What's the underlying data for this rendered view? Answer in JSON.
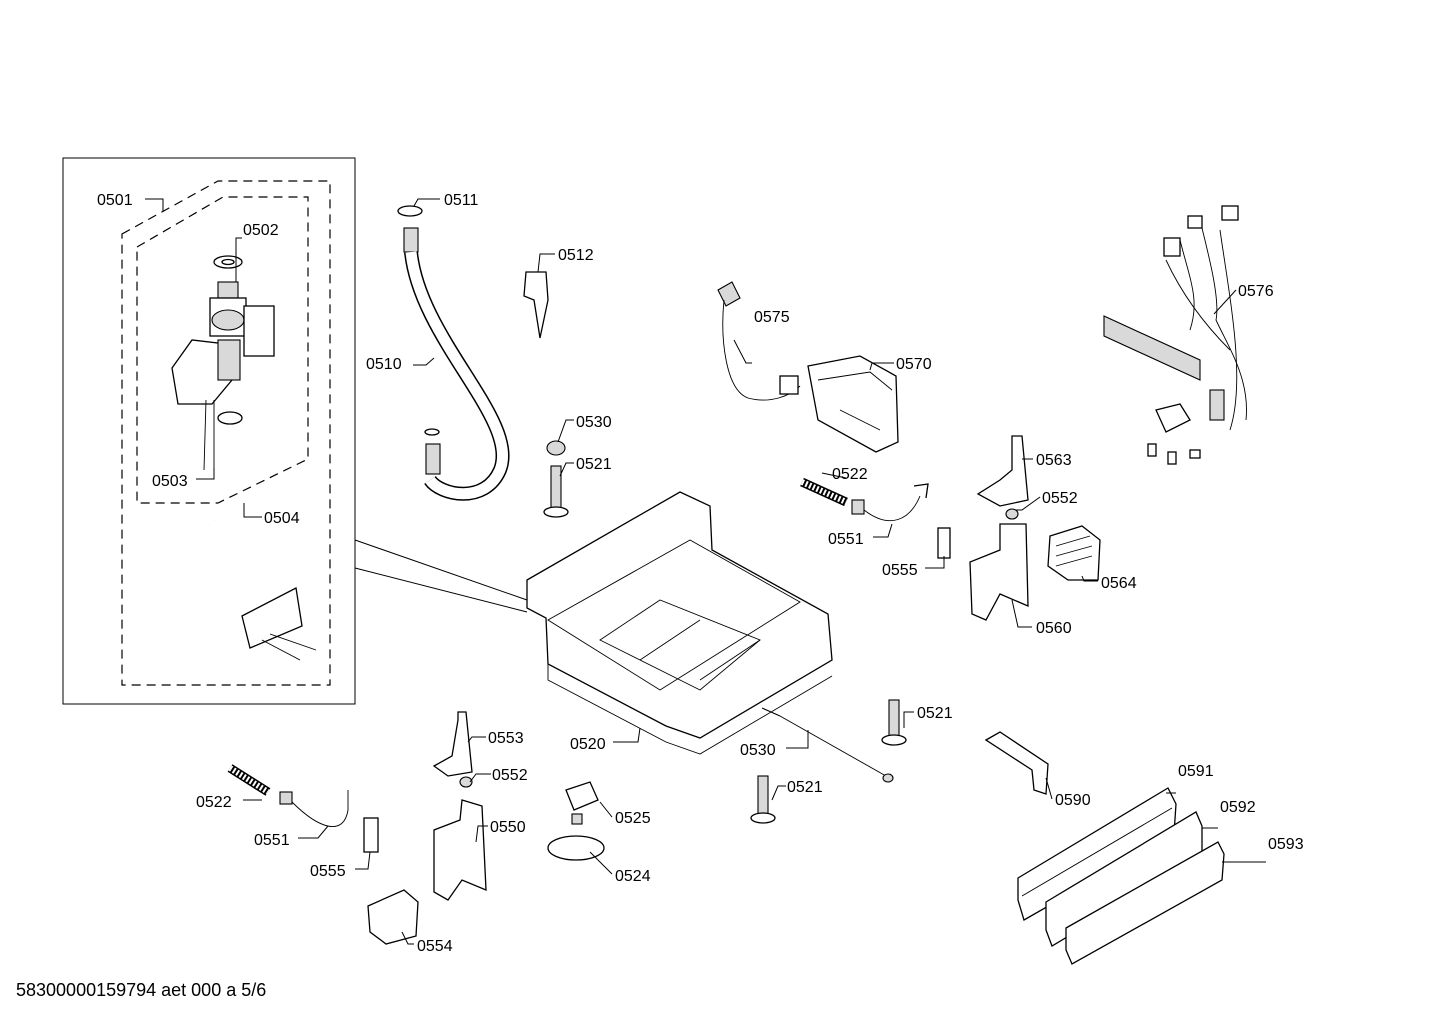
{
  "diagram": {
    "labels": {
      "l0501": "0501",
      "l0502": "0502",
      "l0503": "0503",
      "l0504": "0504",
      "l0510": "0510",
      "l0511": "0511",
      "l0512": "0512",
      "l0520": "0520",
      "l0521a": "0521",
      "l0521b": "0521",
      "l0521c": "0521",
      "l0522a": "0522",
      "l0522b": "0522",
      "l0524": "0524",
      "l0525": "0525",
      "l0530a": "0530",
      "l0530b": "0530",
      "l0550": "0550",
      "l0551a": "0551",
      "l0551b": "0551",
      "l0552a": "0552",
      "l0552b": "0552",
      "l0553": "0553",
      "l0554": "0554",
      "l0555a": "0555",
      "l0555b": "0555",
      "l0560": "0560",
      "l0563": "0563",
      "l0564": "0564",
      "l0570": "0570",
      "l0575": "0575",
      "l0576": "0576",
      "l0590": "0590",
      "l0591": "0591",
      "l0592": "0592",
      "l0593": "0593"
    },
    "footer": "58300000159794 aet 000 a 5/6"
  }
}
